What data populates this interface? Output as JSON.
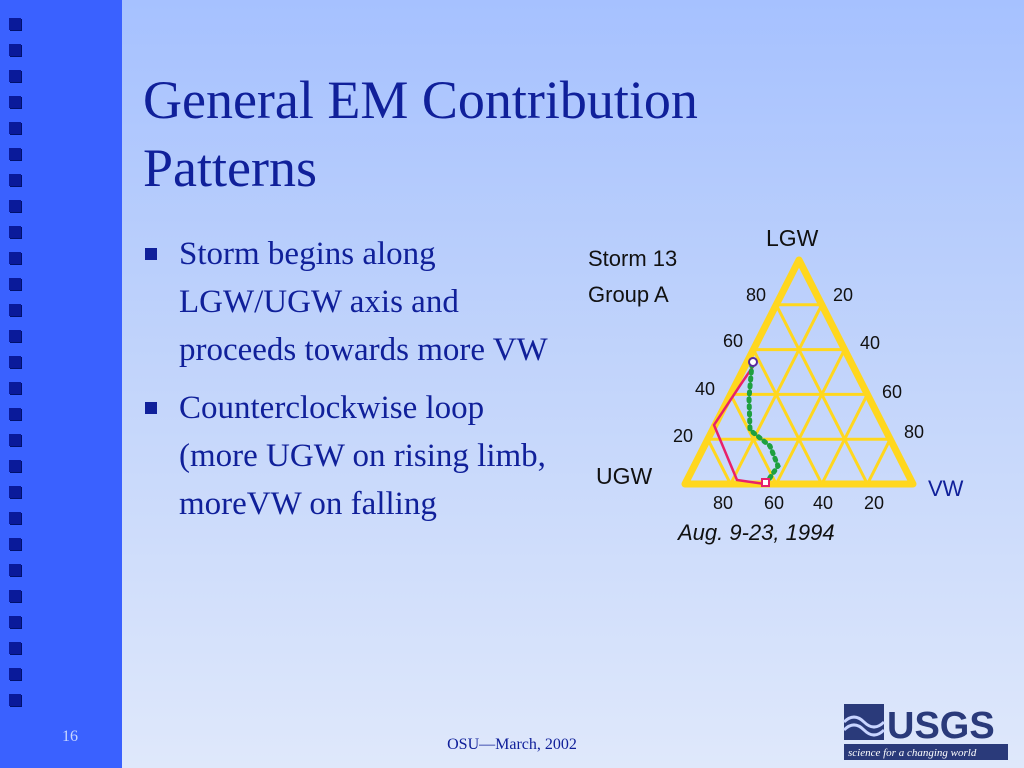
{
  "slide": {
    "title": "General EM Contribution Patterns",
    "bullets": [
      "Storm begins along LGW/UGW axis and proceeds towards more VW",
      "Counterclockwise loop (more UGW on rising limb, moreVW on falling"
    ],
    "number": "16",
    "footer": "OSU—March, 2002"
  },
  "diagram": {
    "storm_label": "Storm 13",
    "group_label": "Group A",
    "date_label": "Aug. 9-23, 1994",
    "vertex_top": "LGW",
    "vertex_left": "UGW",
    "vertex_right": "VW",
    "left_ticks": [
      "80",
      "60",
      "40",
      "20"
    ],
    "right_ticks": [
      "20",
      "40",
      "60",
      "80"
    ],
    "bottom_ticks": [
      "80",
      "60",
      "40",
      "20"
    ],
    "colors": {
      "triangle": "#ffd71e",
      "loop_rising": "#e8206a",
      "loop_falling": "#1ea040",
      "title_text": "#10209a",
      "sidebar": "#3a61ff"
    }
  },
  "logo": {
    "text": "USGS",
    "tagline": "science for a changing world"
  }
}
